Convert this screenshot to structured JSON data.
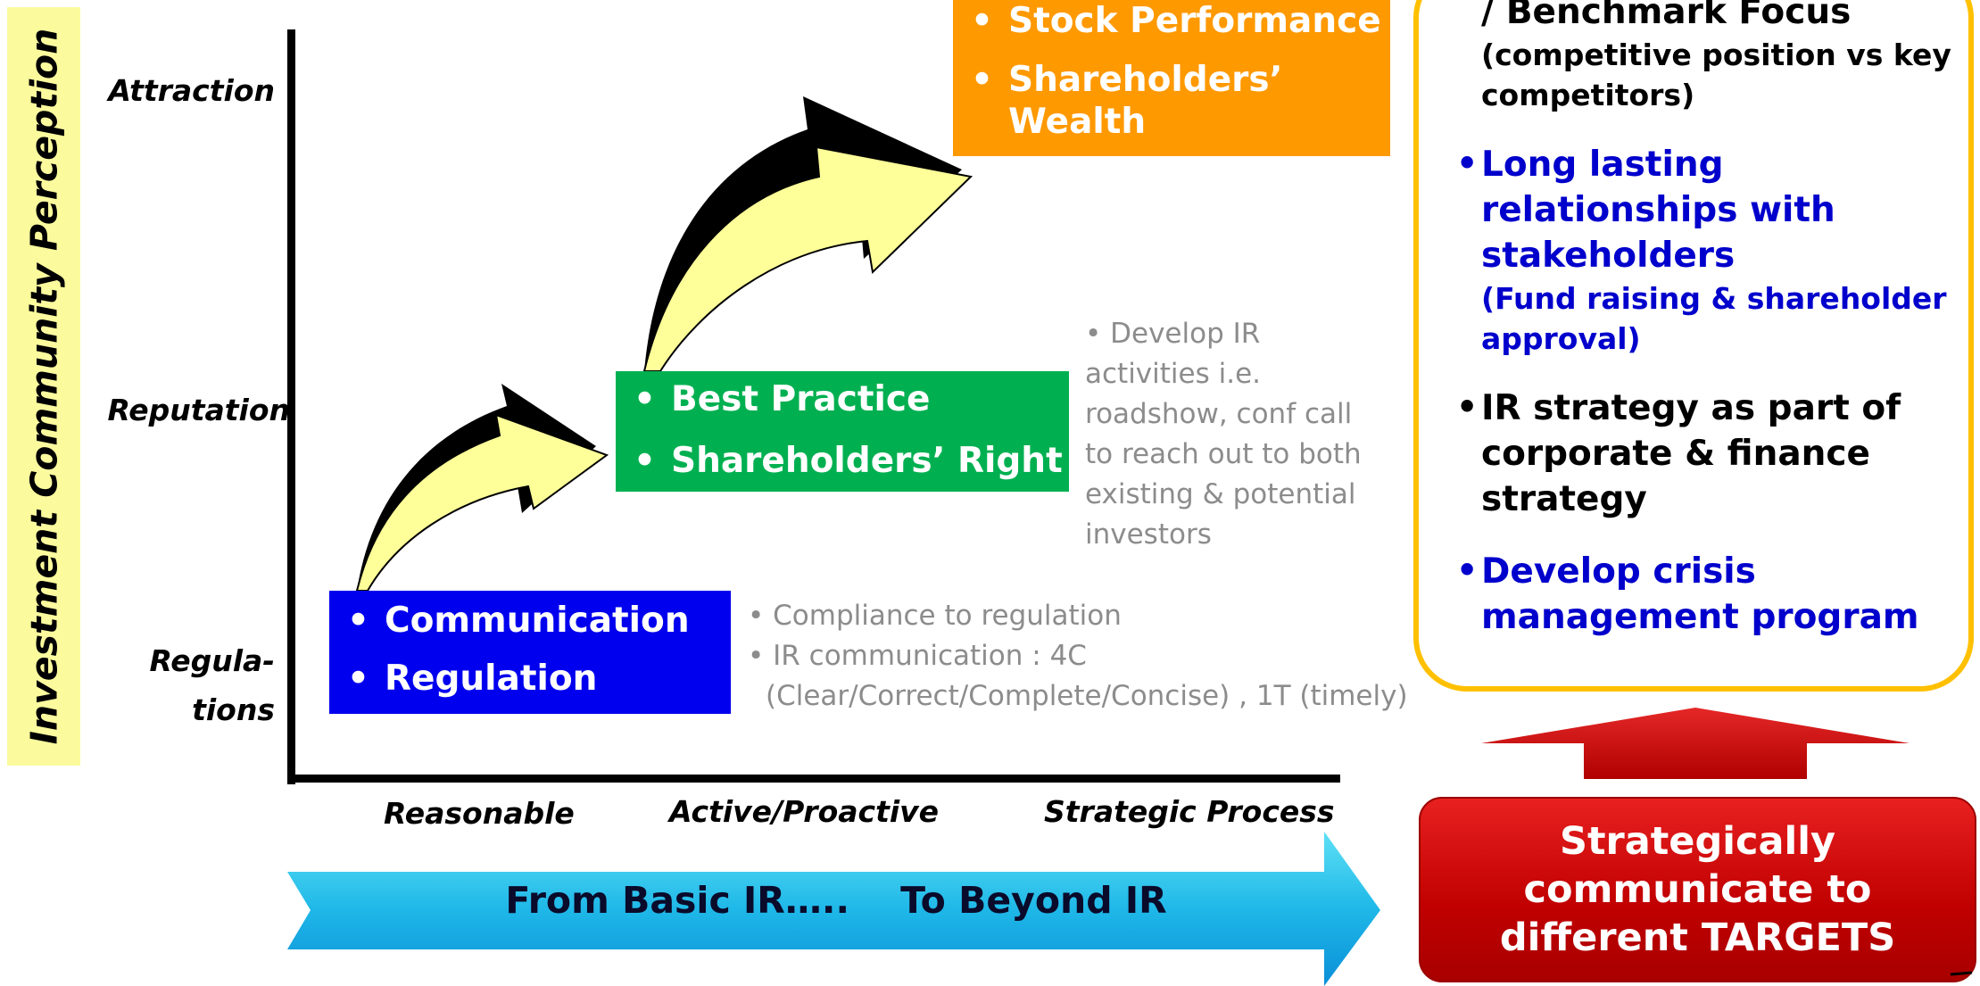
{
  "y_axis": {
    "label": "Investment Community Perception",
    "ticks": [
      "Attraction",
      "Reputation",
      "Regula-\ntions"
    ]
  },
  "x_axis": {
    "ticks": [
      "Reasonable",
      "Active/Proactive",
      "Strategic Process"
    ]
  },
  "stages": [
    {
      "items": [
        "Communication",
        "Regulation"
      ],
      "color": "#0000ee"
    },
    {
      "items": [
        "Best Practice",
        "Shareholders’ Right"
      ],
      "color": "#00b050"
    },
    {
      "items": [
        "Stock Performance",
        "Shareholders’ Wealth"
      ],
      "color": "#ff9900"
    }
  ],
  "notes": {
    "low": [
      "Compliance to regulation",
      "IR communication : 4C",
      "(Clear/Correct/Complete/Concise) , 1T (timely)"
    ],
    "mid": "Develop IR activities i.e. roadshow, conf call to reach out to both existing & potential investors"
  },
  "bottom_arrow": {
    "text": "From Basic IR…..    To Beyond IR"
  },
  "panel": {
    "items": [
      {
        "main": "/ Benchmark Focus",
        "sub": "(competitive position vs key competitors)",
        "color": "#000000"
      },
      {
        "main": "Long lasting relationships with stakeholders",
        "sub": "(Fund raising & shareholder approval)",
        "color": "#0000cc"
      },
      {
        "main": "IR strategy as part of corporate & finance strategy",
        "sub": "",
        "color": "#000000"
      },
      {
        "main": "Develop crisis management program",
        "sub": "",
        "color": "#0000cc"
      }
    ]
  },
  "target": {
    "text": "Strategically\ncommunicate to\ndifferent TARGETS"
  },
  "colors": {
    "accent_yellow": "#fbfb9e",
    "panel_border": "#ffc000",
    "target_red": "#c00000",
    "bottom_arrow": "#1fb8e8"
  }
}
